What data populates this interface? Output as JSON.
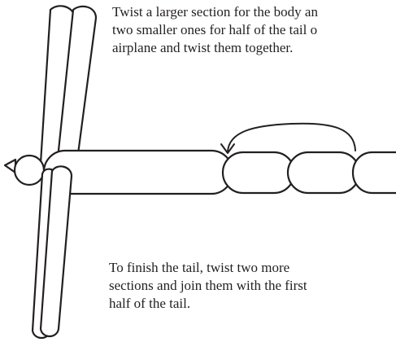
{
  "instructions": {
    "top_caption_lines": [
      "Twist a larger section for the body an",
      "two smaller ones for half of the tail o",
      "airplane and twist them together."
    ],
    "bottom_caption_lines": [
      "To finish the tail, twist two more",
      "sections and join them with the first",
      "half of the tail."
    ]
  },
  "colors": {
    "stroke": "#231f20",
    "fill": "#ffffff",
    "text": "#231f20"
  },
  "icons": {
    "nozzle": "balloon-nozzle-triangle",
    "arrow": "curved-return-arrow"
  }
}
